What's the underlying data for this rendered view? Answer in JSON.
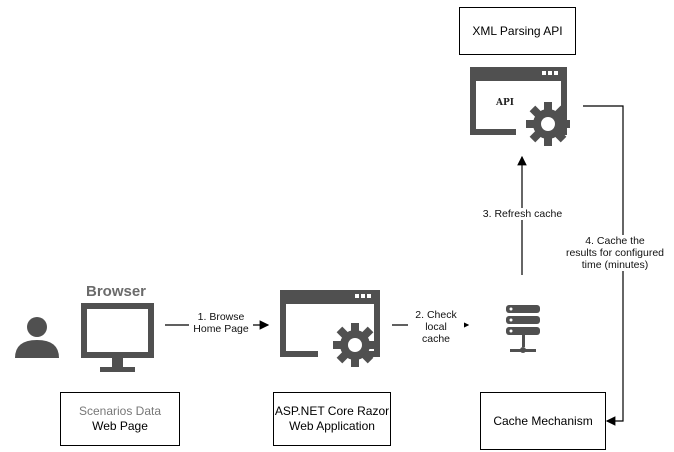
{
  "nodes": {
    "xml_api": {
      "label": "XML Parsing API"
    },
    "browser": {
      "title": "Browser"
    },
    "scenarios": {
      "line1": "Scenarios Data",
      "line2": "Web Page"
    },
    "razor": {
      "line1": "ASP.NET Core Razor",
      "line2": "Web Application"
    },
    "cache": {
      "label": "Cache Mechanism"
    },
    "api_icon": {
      "text": "API"
    }
  },
  "edges": {
    "e1": {
      "line1": "1. Browse",
      "line2": "Home Page"
    },
    "e2": {
      "line1": "2. Check",
      "line2": "local",
      "line3": "cache"
    },
    "e3": {
      "label": "3. Refresh cache"
    },
    "e4": {
      "line1": "4. Cache the",
      "line2": "results for configured",
      "line3": "time (minutes)"
    }
  },
  "colors": {
    "icon": "#505050",
    "line": "#000000"
  }
}
